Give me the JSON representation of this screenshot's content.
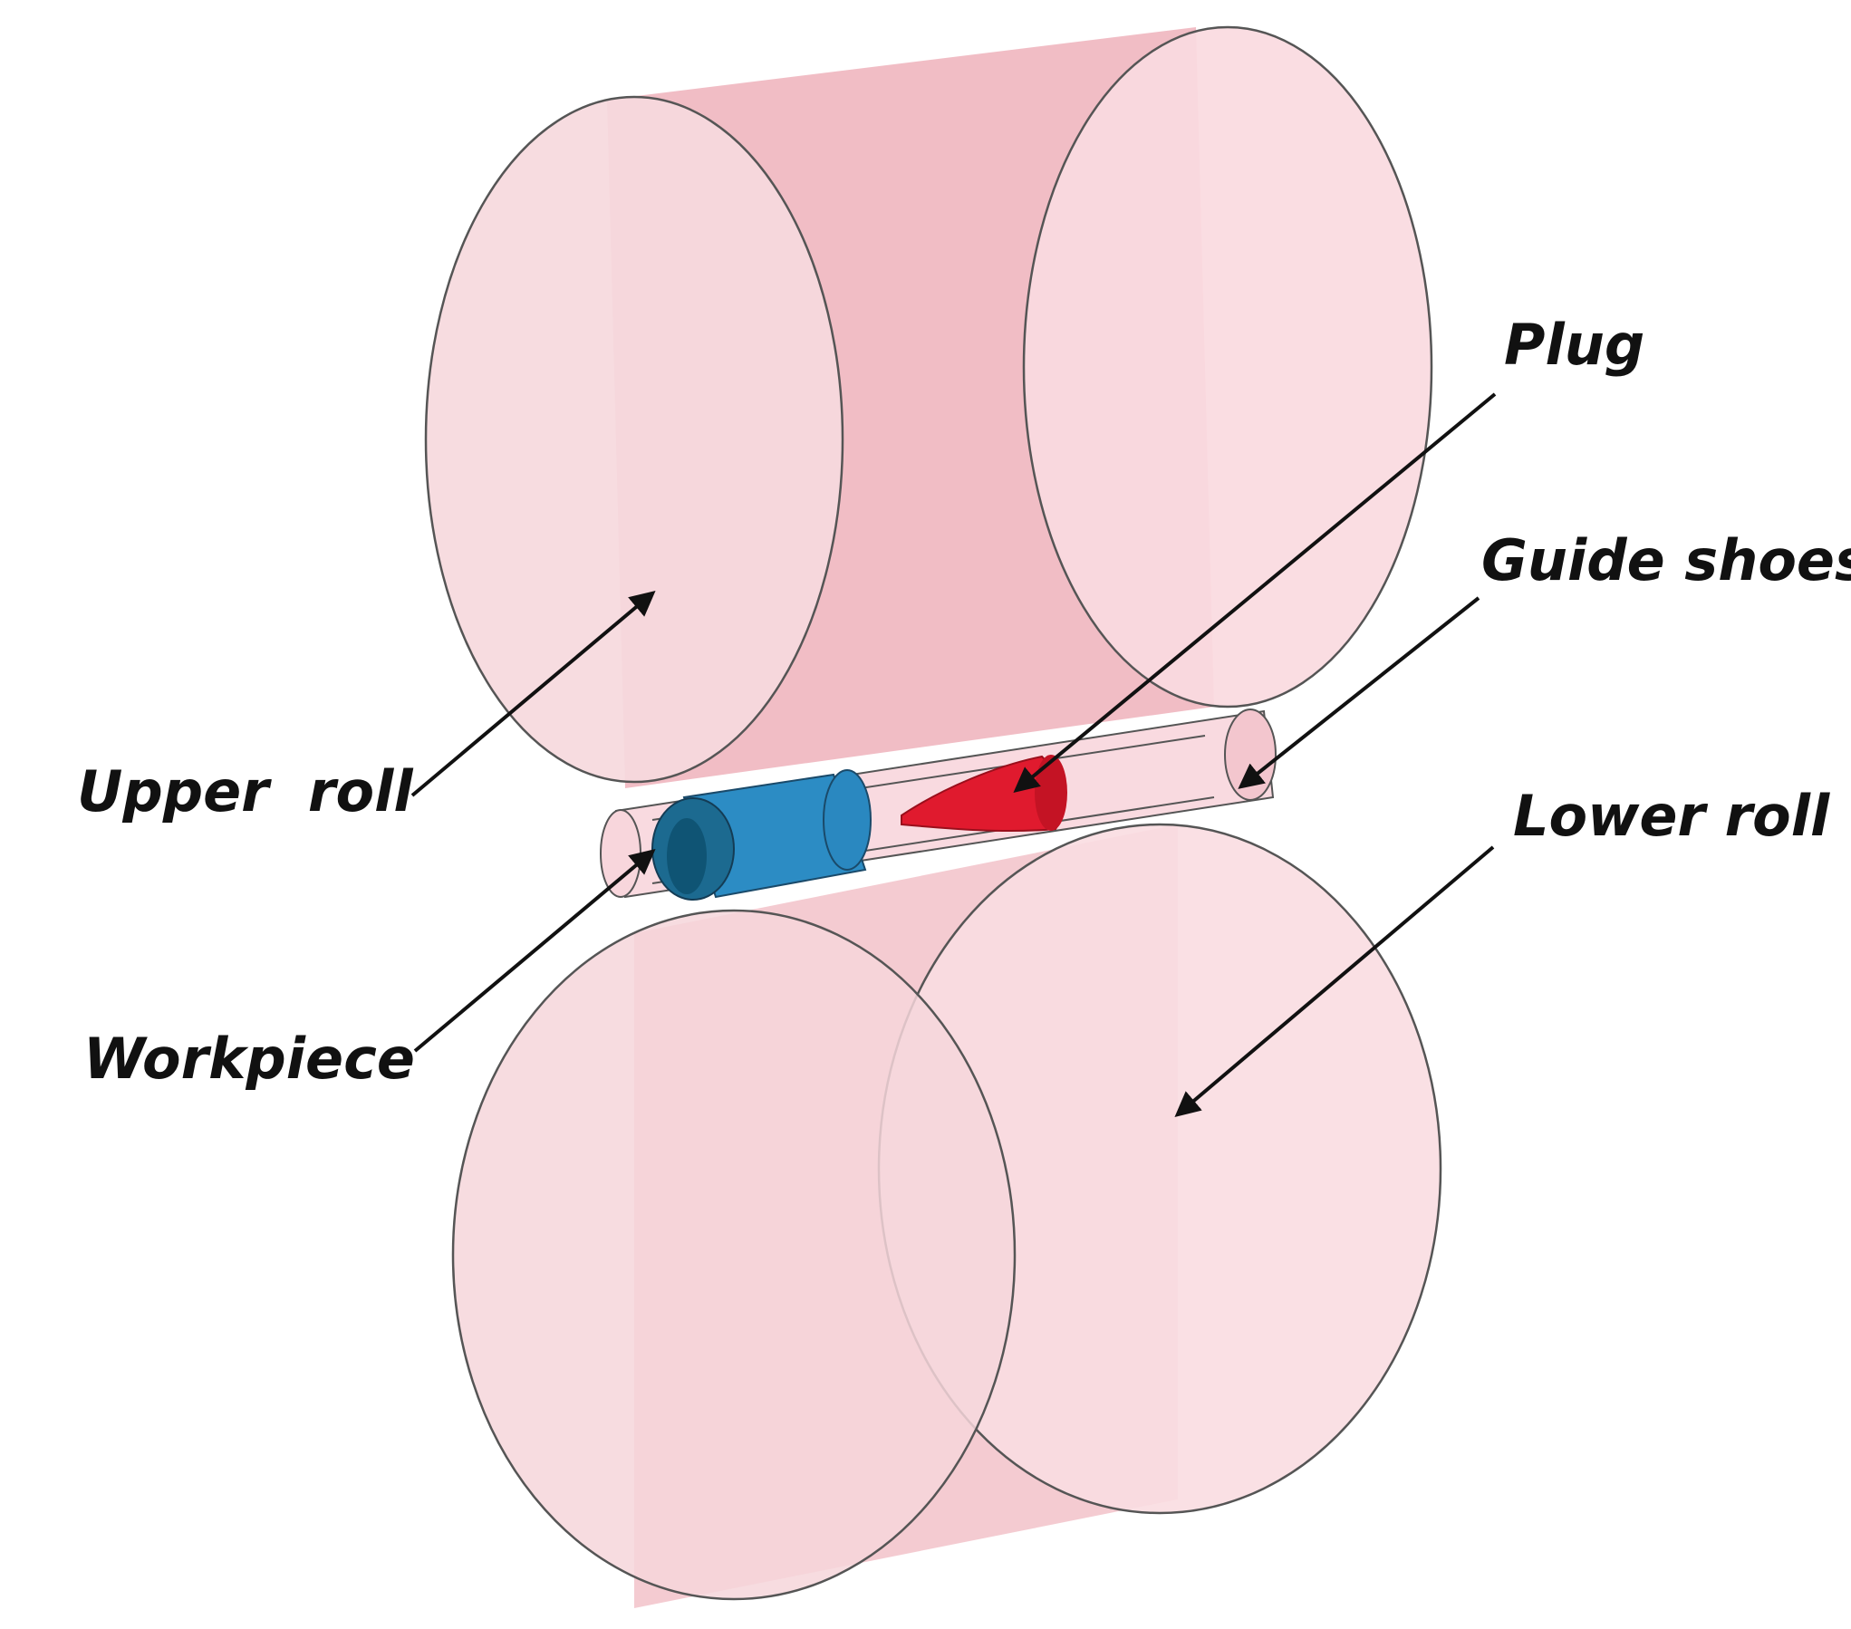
{
  "labels": {
    "upper_roll": "Upper  roll",
    "lower_roll": "Lower roll",
    "plug": "Plug",
    "guide_shoes": "Guide shoes",
    "workpiece": "Workpiece"
  },
  "colors": {
    "roll_face": "#f7dce0",
    "roll_body": "#f0b8c0",
    "guide_shoe": "#f7d0d8",
    "plug": "#e0182c",
    "workpiece": "#2080b8",
    "workpiece_end": "#1a6890",
    "outline": "#555555",
    "arrow": "#111111"
  }
}
